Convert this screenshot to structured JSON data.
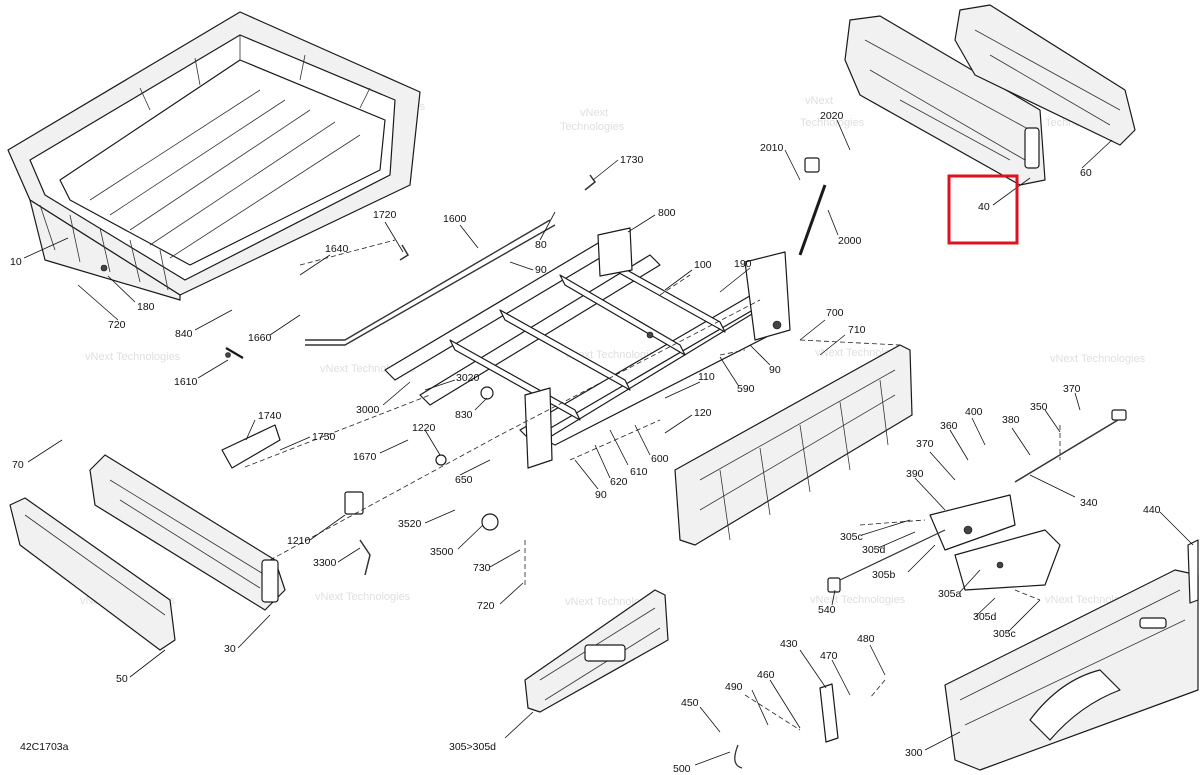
{
  "diagram_id": "42C1703a",
  "highlight_color": "#e01020",
  "watermark": {
    "line1": "vNext",
    "line2": "Technologies",
    "single": "vNext Technologies"
  },
  "labels": {
    "p10": "10",
    "p180": "180",
    "p720a": "720",
    "p840": "840",
    "p1720": "1720",
    "p1600": "1600",
    "p1640": "1640",
    "p1660": "1660",
    "p1610": "1610",
    "p1730": "1730",
    "p80": "80",
    "p800": "800",
    "p90a": "90",
    "p2010": "2010",
    "p2020": "2020",
    "p2000": "2000",
    "p40": "40",
    "p60": "60",
    "p100": "100",
    "p190": "190",
    "p700": "700",
    "p710": "710",
    "p90b": "90",
    "p590": "590",
    "p110": "110",
    "p120": "120",
    "p3000": "3000",
    "p3020": "3020",
    "p830": "830",
    "p1740": "1740",
    "p1750": "1750",
    "p1670": "1670",
    "p1220": "1220",
    "p650": "650",
    "p600": "600",
    "p610": "610",
    "p620": "620",
    "p90c": "90",
    "p70": "70",
    "p1210": "1210",
    "p3300": "3300",
    "p3520": "3520",
    "p3500": "3500",
    "p730": "730",
    "p720b": "720",
    "p30": "30",
    "p50": "50",
    "p370a": "370",
    "p400": "400",
    "p380": "380",
    "p350": "350",
    "p370b": "370",
    "p360": "360",
    "p390": "390",
    "p340": "340",
    "p305c1": "305c",
    "p305d1": "305d",
    "p305b": "305b",
    "p305a": "305a",
    "p540": "540",
    "p305d2": "305d",
    "p305c2": "305c",
    "p440": "440",
    "p305": "305>305d",
    "p430": "430",
    "p480": "480",
    "p470": "470",
    "p490": "490",
    "p460": "460",
    "p450": "450",
    "p500": "500",
    "p300": "300"
  }
}
